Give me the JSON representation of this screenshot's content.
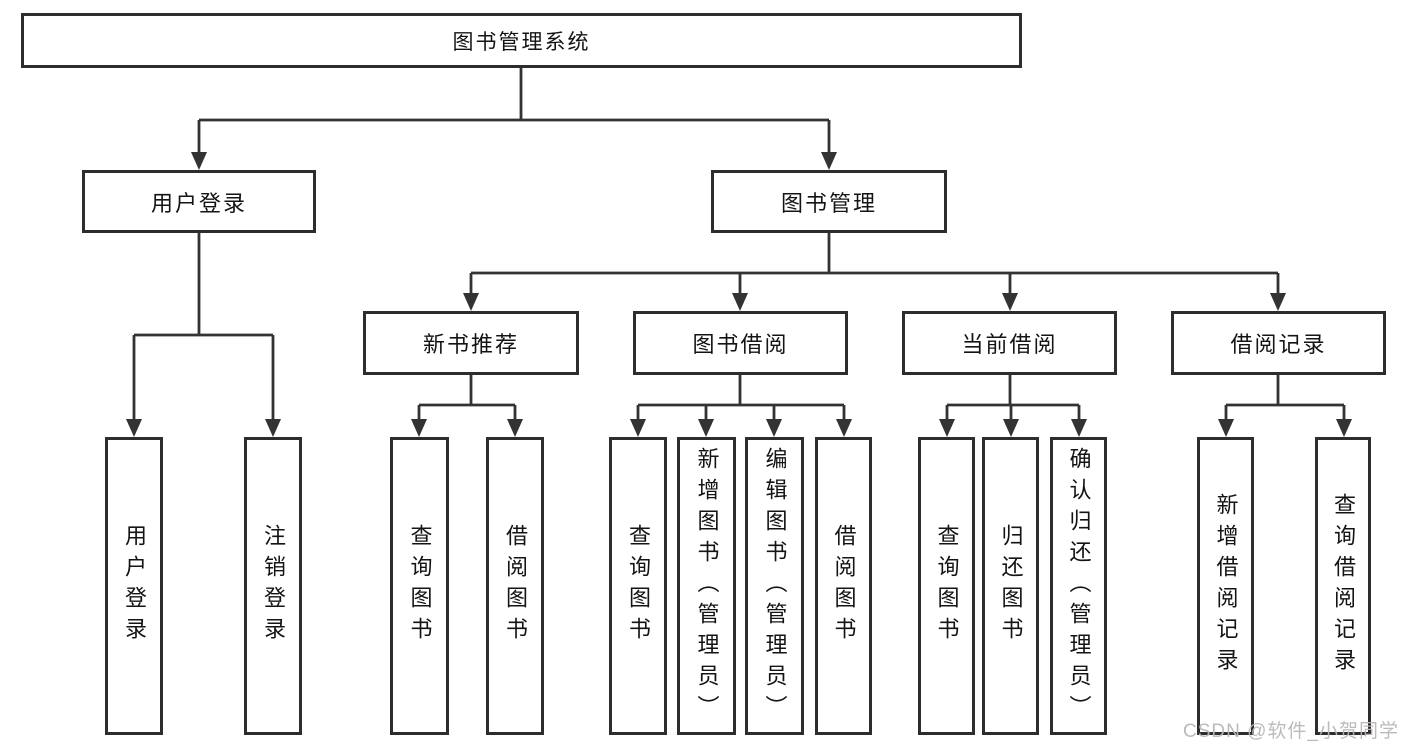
{
  "watermark": {
    "text": "CSDN @软件_小贺同学"
  },
  "colors": {
    "box_border": "#2d2d2d",
    "connector": "#333333",
    "text": "#141414",
    "watermark": "#bab6b6",
    "background": "#ffffff"
  },
  "diagram": {
    "root": {
      "label": "图书管理系统",
      "children": [
        {
          "label": "用户登录",
          "children": [
            {
              "label": "用户登录"
            },
            {
              "label": "注销登录"
            }
          ]
        },
        {
          "label": "图书管理",
          "children": [
            {
              "label": "新书推荐",
              "children": [
                {
                  "label": "查询图书"
                },
                {
                  "label": "借阅图书"
                }
              ]
            },
            {
              "label": "图书借阅",
              "children": [
                {
                  "label": "查询图书"
                },
                {
                  "label": "新增图书（管理员）"
                },
                {
                  "label": "编辑图书（管理员）"
                },
                {
                  "label": "借阅图书"
                }
              ]
            },
            {
              "label": "当前借阅",
              "children": [
                {
                  "label": "查询图书"
                },
                {
                  "label": "归还图书"
                },
                {
                  "label": "确认归还（管理员）"
                }
              ]
            },
            {
              "label": "借阅记录",
              "children": [
                {
                  "label": "新增借阅记录"
                },
                {
                  "label": "查询借阅记录"
                }
              ]
            }
          ]
        }
      ]
    }
  }
}
